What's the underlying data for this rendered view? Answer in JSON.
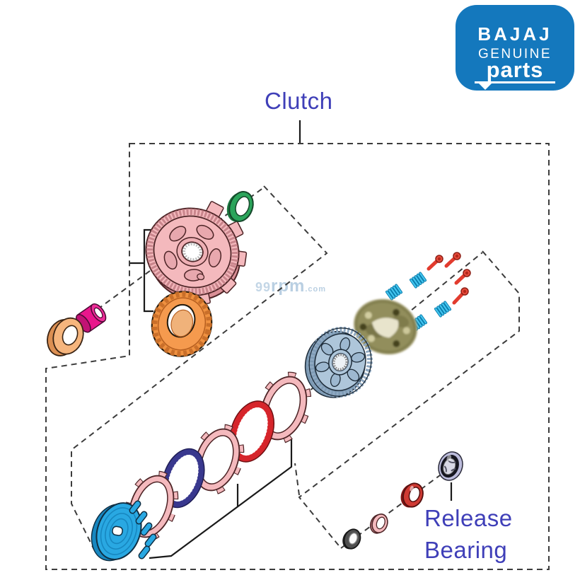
{
  "image_title": "Clutch",
  "logo": {
    "brand": "BAJAJ",
    "line1": "GENUINE",
    "line2": "parts",
    "bg_color": "#1478bd",
    "text_color": "#ffffff"
  },
  "labels": {
    "clutch": "Clutch",
    "release_bearing_line1": "Release",
    "release_bearing_line2": "Bearing",
    "text_color": "#3f3fb8"
  },
  "watermark": {
    "part1": "99",
    "part2": "rpm",
    "part3": ".com",
    "color": "#b9cfe2"
  },
  "diagram": {
    "outline_color": "#3c3c3c",
    "bracket_color": "#1a1a1a",
    "parts": [
      {
        "name": "clutch-basket",
        "color": "#f4b9bd"
      },
      {
        "name": "snap-ring",
        "color": "#2ba55b"
      },
      {
        "name": "primary-driven-gear",
        "color": "#ef9140"
      },
      {
        "name": "sleeve-bushing",
        "color": "#e9168c"
      },
      {
        "name": "thrust-washer",
        "color": "#f6b57d"
      },
      {
        "name": "friction-plate",
        "color": "#f4b9bd",
        "count": 3
      },
      {
        "name": "steel-plate-blue",
        "color": "#39388e"
      },
      {
        "name": "steel-plate-red",
        "color": "#d6252b"
      },
      {
        "name": "pressure-plate-blue",
        "color": "#29a8e2"
      },
      {
        "name": "clutch-hub",
        "color": "#aec6da"
      },
      {
        "name": "pressure-plate-photo",
        "color": "#8d895e"
      },
      {
        "name": "clutch-spring",
        "color": "#35bdee",
        "count": 4
      },
      {
        "name": "spring-screw",
        "color": "#e23b2e",
        "count": 4
      },
      {
        "name": "release-washer-dark",
        "color": "#4f4f4f"
      },
      {
        "name": "release-washer-pink",
        "color": "#f4b9bd"
      },
      {
        "name": "release-collar-red",
        "color": "#cf3a33"
      },
      {
        "name": "release-bearing",
        "color": "#bcbcdc"
      }
    ]
  }
}
